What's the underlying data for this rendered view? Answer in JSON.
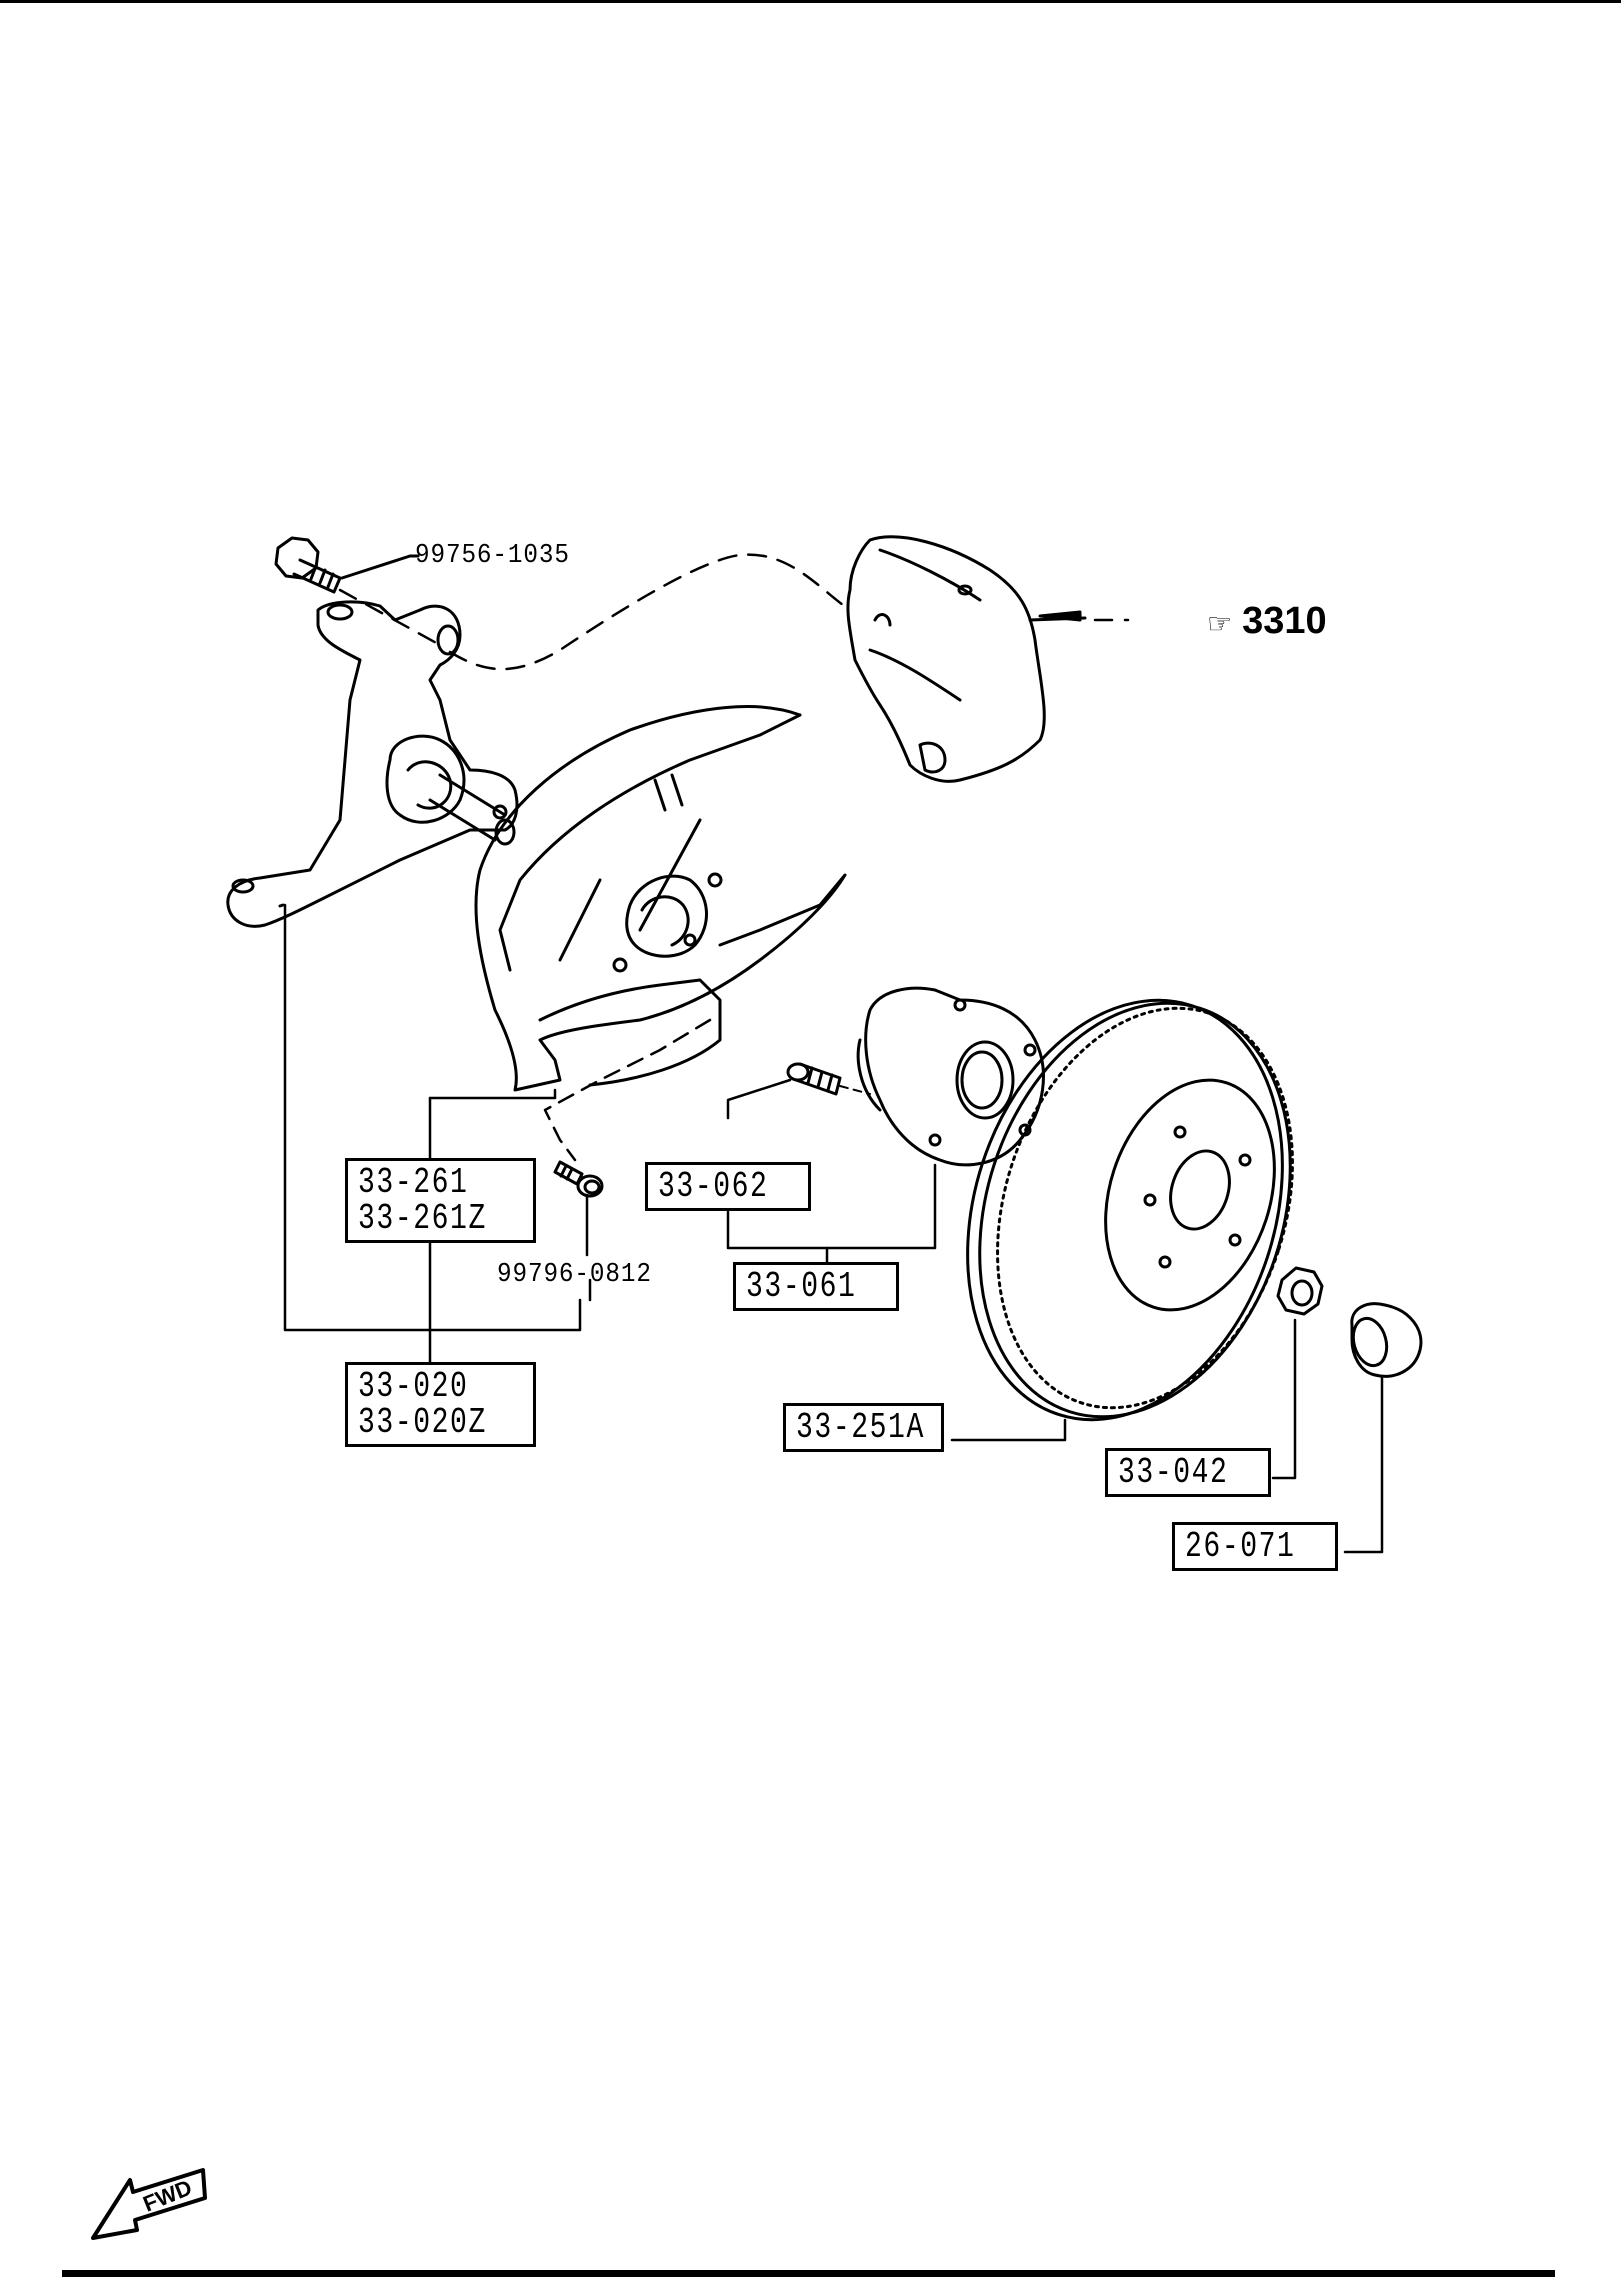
{
  "diagram": {
    "title": "Front wheel hub, knuckle and brake disc — exploded parts view",
    "colors": {
      "line": "#000000",
      "background": "#ffffff"
    },
    "callouts": {
      "bolt_upper": "99756-1035",
      "bolt_lower": "99796-0812",
      "dust_cover": [
        "33-261",
        "33-261Z"
      ],
      "knuckle": [
        "33-020",
        "33-020Z"
      ],
      "hub_bolt": "33-062",
      "hub": "33-061",
      "disc": "33-251A",
      "lock_nut": "33-042",
      "grease_cap": "26-071"
    },
    "reference": {
      "icon": "pointing-hand-icon",
      "section": "3310"
    },
    "direction": {
      "label": "FWD",
      "icon": "forward-arrow-icon"
    }
  }
}
